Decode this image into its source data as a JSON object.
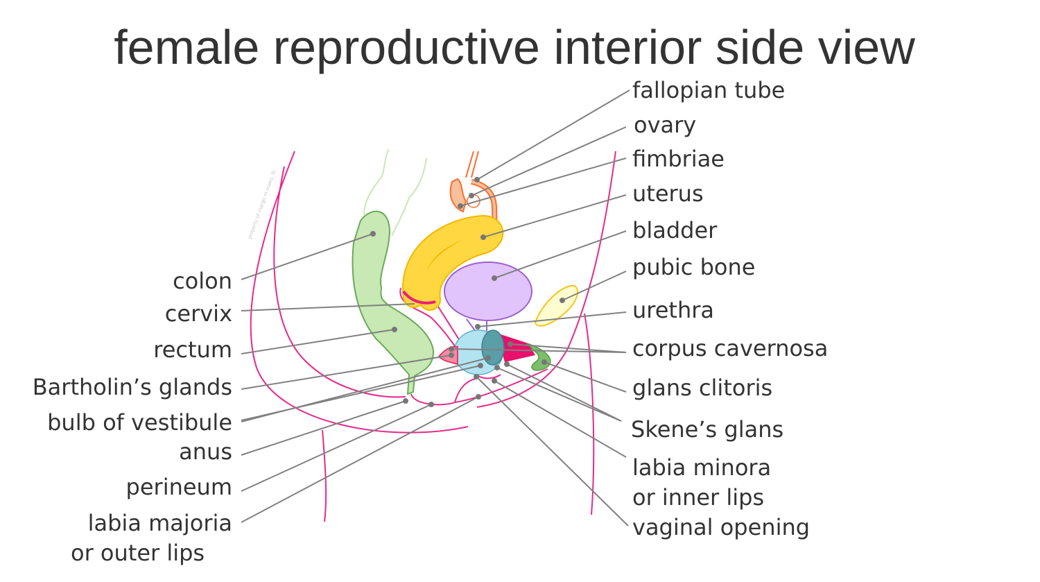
{
  "title": "female reproductive interior side view",
  "watermark": "property of margo m maes, llc",
  "labels_right": {
    "fallopian_tube": "fallopian tube",
    "ovary": "ovary",
    "fimbriae": "fimbriae",
    "uterus": "uterus",
    "bladder": "bladder",
    "pubic_bone": "pubic bone",
    "urethra": "urethra",
    "corpus_cavernosa": "corpus cavernosa",
    "glans_clitoris": "glans clitoris",
    "skenes_glans": "Skene’s glans",
    "labia_minora_1": "labia minora",
    "labia_minora_2": "or inner lips",
    "vaginal_opening": "vaginal opening"
  },
  "labels_left": {
    "colon": "colon",
    "cervix": "cervix",
    "rectum": "rectum",
    "bartholins_glands": "Bartholin’s glands",
    "bulb_of_vestibule": "bulb of vestibule",
    "anus": "anus",
    "perineum": "perineum",
    "labia_majoria_1": "labia majoria",
    "labia_majoria_2": "or outer lips"
  },
  "colors": {
    "outline_pink": "#e62a8a",
    "colon_green": "#c8e8b4",
    "uterus_yellow": "#ffd740",
    "bladder_purple": "#e1c4fc",
    "bulb_blue": "#b2e3f0",
    "ovary_orange": "#ff6a2a"
  }
}
